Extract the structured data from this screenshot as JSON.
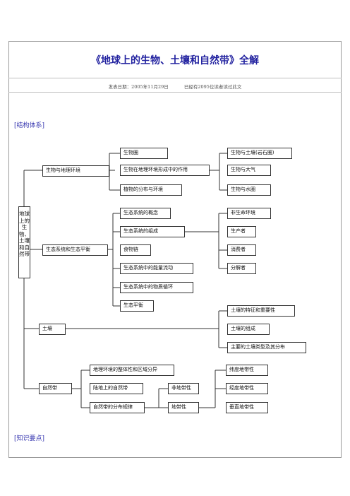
{
  "article": {
    "title": "《地球上的生物、土壤和自然带》全解",
    "publish_date": "发表日期：2005年11月29日",
    "read_count": "已经有2095位读者读过此文",
    "section_structure": "[结构体系]",
    "section_points": "[知识要点]"
  },
  "diagram": {
    "root": "地球上的生物、土壤和自然带",
    "branches": {
      "bio_env": "生物与地理环境",
      "eco": "生态系统和生态平衡",
      "soil": "土壤",
      "zone": "自然带"
    },
    "bio_env_children": [
      "生物圈",
      "生物在地理环境形成中的作用",
      "植物的分布与环境"
    ],
    "role_children": [
      "生物与土壤(岩石圈)",
      "生物与大气",
      "生物与水圈"
    ],
    "eco_children": [
      "生态系统的概念",
      "生态系统的组成",
      "食物链",
      "生态系统中的能量流动",
      "生态系统中的物质循环",
      "生态平衡"
    ],
    "composition_children": [
      "非生命环境",
      "生产者",
      "消费者",
      "分解者"
    ],
    "soil_children": [
      "土壤的特征和重要性",
      "土壤的组成",
      "主要的土壤类型及其分布"
    ],
    "zone_children": [
      "地理环境的整体性和区域分异",
      "陆地上的自然带",
      "自然带的分布规律"
    ],
    "rule_children": [
      "非地带性",
      "地带性"
    ],
    "zonal_children": [
      "纬度地带性",
      "经度地带性",
      "垂直地带性"
    ]
  }
}
